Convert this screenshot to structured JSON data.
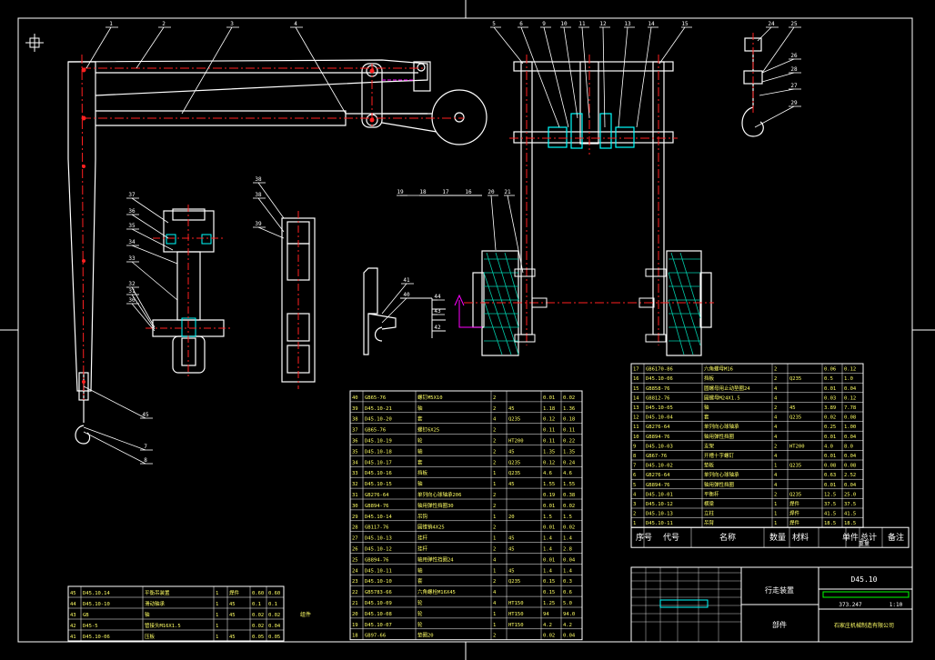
{
  "window": {
    "title": ""
  },
  "colors": {
    "background": "#000000",
    "border": "#ffffff",
    "part": "#ffffff",
    "centerline": "#ff2020",
    "dimension": "#00ffff",
    "hatch": "#00ccaa",
    "table_text": "#ffff66",
    "highlight": "#00ffff",
    "magenta": "#ff00ff"
  },
  "balloons_crane": [
    "1",
    "2",
    "3",
    "4"
  ],
  "balloons_trolley": [
    "5",
    "6",
    "9",
    "10",
    "11",
    "12",
    "13",
    "14",
    "15"
  ],
  "balloons_hook": [
    "24",
    "25",
    "26",
    "28",
    "27",
    "29"
  ],
  "balloons_left": [
    "37",
    "36",
    "35",
    "34",
    "33",
    "32",
    "31",
    "30"
  ],
  "balloons_mid": [
    "38",
    "38",
    "39"
  ],
  "balloons_wheel": [
    "19",
    "18",
    "17",
    "16",
    "20",
    "21"
  ],
  "balloons_rail": [
    "41",
    "40",
    "44",
    "43",
    "42"
  ],
  "balloons_side": [
    "45",
    "7",
    "8"
  ],
  "main_bom": {
    "rows": [
      [
        "40",
        "GB65-76",
        "螺钉M5X10",
        "2",
        "",
        "0.01",
        "0.02"
      ],
      [
        "39",
        "D45.10-21",
        "轴",
        "2",
        "45",
        "1.18",
        "1.36"
      ],
      [
        "38",
        "D45.10-20",
        "套",
        "4",
        "Q235",
        "0.12",
        "0.18"
      ],
      [
        "37",
        "GB65-76",
        "螺钉6X25",
        "2",
        "",
        "0.11",
        "0.11"
      ],
      [
        "36",
        "D45.10-19",
        "轮",
        "2",
        "HT200",
        "0.11",
        "0.22"
      ],
      [
        "35",
        "D45.10-18",
        "轴",
        "2",
        "45",
        "1.35",
        "1.35"
      ],
      [
        "34",
        "D45.10-17",
        "套",
        "2",
        "Q235",
        "0.12",
        "0.24"
      ],
      [
        "33",
        "D45.10-16",
        "挡板",
        "1",
        "Q235",
        "4.6",
        "4.6"
      ],
      [
        "32",
        "D45.10-15",
        "轴",
        "1",
        "45",
        "1.55",
        "1.55"
      ],
      [
        "31",
        "GB276-64",
        "单列向心球轴承206",
        "2",
        "",
        "0.19",
        "0.38"
      ],
      [
        "30",
        "GB894-76",
        "轴用弹性挡圈30",
        "2",
        "",
        "0.01",
        "0.02"
      ],
      [
        "29",
        "D45.10-14",
        "吊钩",
        "1",
        "20",
        "1.5",
        "1.5"
      ],
      [
        "28",
        "GB117-76",
        "圆锥销4X25",
        "2",
        "",
        "0.01",
        "0.02"
      ],
      [
        "27",
        "D45.10-13",
        "挂杆",
        "1",
        "45",
        "1.4",
        "1.4"
      ],
      [
        "26",
        "D45.10-12",
        "挂杆",
        "2",
        "45",
        "1.4",
        "2.8"
      ],
      [
        "25",
        "GB894-76",
        "轴用弹性挡圈24",
        "4",
        "",
        "0.01",
        "0.04"
      ],
      [
        "24",
        "D45.10-11",
        "轴",
        "1",
        "45",
        "1.4",
        "1.4"
      ],
      [
        "23",
        "D45.10-10",
        "套",
        "2",
        "Q235",
        "0.15",
        "0.3"
      ],
      [
        "22",
        "GB5783-66",
        "六角螺栓M16X45",
        "4",
        "",
        "0.15",
        "0.6"
      ],
      [
        "21",
        "D45.10-09",
        "轮",
        "4",
        "HT150",
        "1.25",
        "5.0"
      ],
      [
        "20",
        "D45.10-08",
        "轮",
        "1",
        "HT150",
        "94",
        "94.0"
      ],
      [
        "19",
        "D45.10-07",
        "轮",
        "1",
        "HT150",
        "4.2",
        "4.2"
      ],
      [
        "18",
        "GB97-66",
        "垫圈20",
        "2",
        "",
        "0.02",
        "0.04"
      ]
    ]
  },
  "right_bom": {
    "rows": [
      [
        "17",
        "GB6170-86",
        "六角螺母M16",
        "2",
        "",
        "0.06",
        "0.12"
      ],
      [
        "16",
        "D45.10-06",
        "挡板",
        "2",
        "Q235",
        "0.5",
        "1.0"
      ],
      [
        "15",
        "GB858-76",
        "圆螺母用止动垫圈24",
        "4",
        "",
        "0.01",
        "0.04"
      ],
      [
        "14",
        "GB812-76",
        "圆螺母M24X1.5",
        "4",
        "",
        "0.03",
        "0.12"
      ],
      [
        "13",
        "D45.10-05",
        "轴",
        "2",
        "45",
        "3.89",
        "7.78"
      ],
      [
        "12",
        "D45.10-04",
        "套",
        "4",
        "Q235",
        "0.02",
        "0.08"
      ],
      [
        "11",
        "GB276-64",
        "单列向心球轴承",
        "4",
        "",
        "0.25",
        "1.00"
      ],
      [
        "10",
        "GB894-76",
        "轴用弹性挡圈",
        "4",
        "",
        "0.01",
        "0.04"
      ],
      [
        "9",
        "D45.10-03",
        "支架",
        "2",
        "HT200",
        "4.0",
        "8.0"
      ],
      [
        "8",
        "GB67-76",
        "开槽十字螺钉",
        "4",
        "",
        "0.01",
        "0.04"
      ],
      [
        "7",
        "D45.10-02",
        "垫板",
        "1",
        "Q235",
        "0.08",
        "0.08"
      ],
      [
        "6",
        "GB276-64",
        "单列向心球轴承",
        "4",
        "",
        "0.63",
        "2.52"
      ],
      [
        "5",
        "GB894-76",
        "轴用弹性挡圈",
        "4",
        "",
        "0.01",
        "0.04"
      ],
      [
        "4",
        "D45.10-01",
        "平衡杆",
        "2",
        "Q235",
        "12.5",
        "25.0"
      ],
      [
        "3",
        "D45.10-12",
        "横梁",
        "1",
        "焊件",
        "37.5",
        "37.5"
      ],
      [
        "2",
        "D45.10-13",
        "立柱",
        "1",
        "焊件",
        "41.5",
        "41.5"
      ],
      [
        "1",
        "D45.10-11",
        "吊臂",
        "1",
        "焊件",
        "18.5",
        "18.5"
      ]
    ],
    "header": [
      "序号",
      "代号",
      "名称",
      "数量",
      "材料",
      "单件",
      "总计",
      "备注"
    ],
    "header_weight": "重量"
  },
  "left_bom": {
    "rows": [
      [
        "45",
        "D45.10.14",
        "平衡吊装置",
        "1",
        "焊件",
        "0.60",
        "0.60"
      ],
      [
        "44",
        "D45.10-10",
        "滑动轴承",
        "1",
        "45",
        "0.1",
        "0.1"
      ],
      [
        "43",
        "GB",
        "轴",
        "1",
        "45",
        "0.02",
        "0.02"
      ],
      [
        "42",
        "D45-5",
        "管接头M16X1.5",
        "1",
        "",
        "0.02",
        "0.04"
      ],
      [
        "41",
        "D45.10-06",
        "压板",
        "1",
        "45",
        "0.05",
        "0.05"
      ]
    ],
    "remark": "组件"
  },
  "title_block": {
    "assembly": "行走装置",
    "drawing_no": "D45.10",
    "scale": "1:10",
    "weight": "373.247",
    "part_label": "部件",
    "company": "石家庄机械制造有限公司"
  }
}
